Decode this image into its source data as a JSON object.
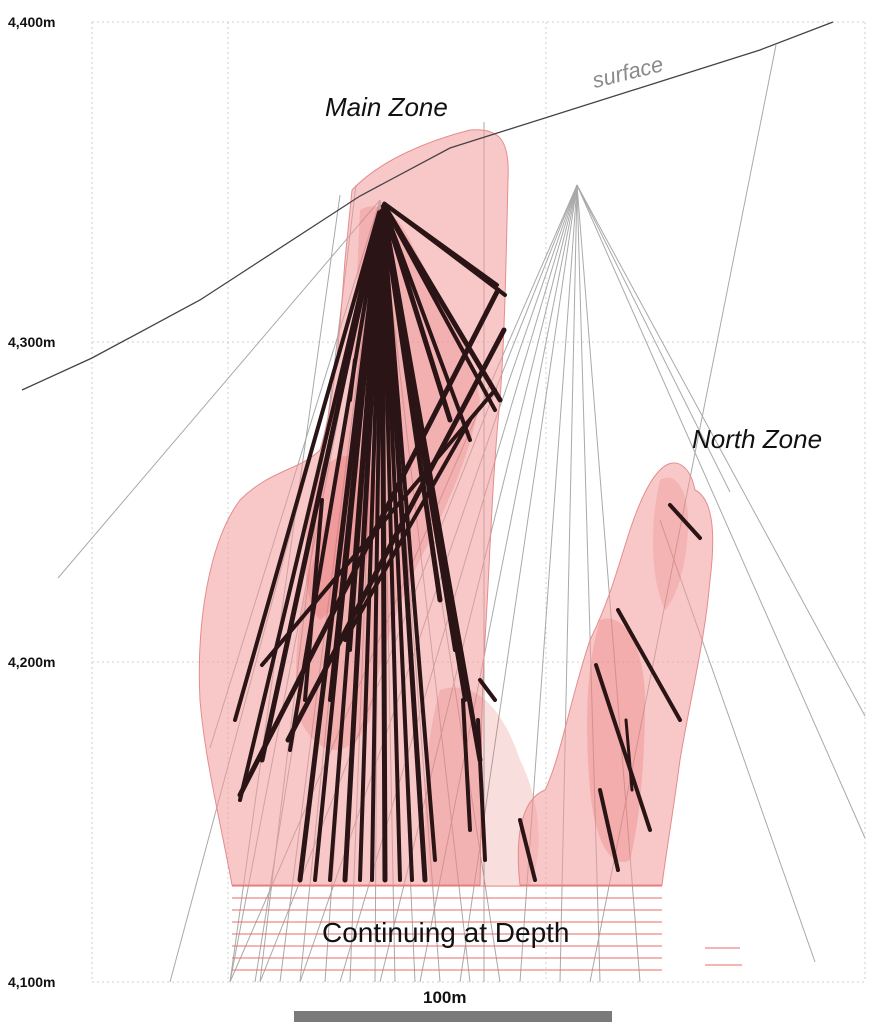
{
  "elevations": [
    "4,400m",
    "4,300m",
    "4,200m",
    "4,100m"
  ],
  "labels": {
    "main_zone": "Main Zone",
    "north_zone": "North Zone",
    "surface": "surface",
    "continuing": "Continuing at Depth",
    "scale": "100m"
  },
  "colors": {
    "zone_fill": "#f29a9a",
    "zone_core": "#e35a5a",
    "drill_hole": "#2a1416",
    "trace_line": "#a9a9a9",
    "surface_line": "#444444",
    "grid": "#cfcfcf",
    "depth_lines": "#e86b6b",
    "scale_bar": "#7a7a7a"
  },
  "icons": {
    "scale": "scale-bar-icon"
  }
}
